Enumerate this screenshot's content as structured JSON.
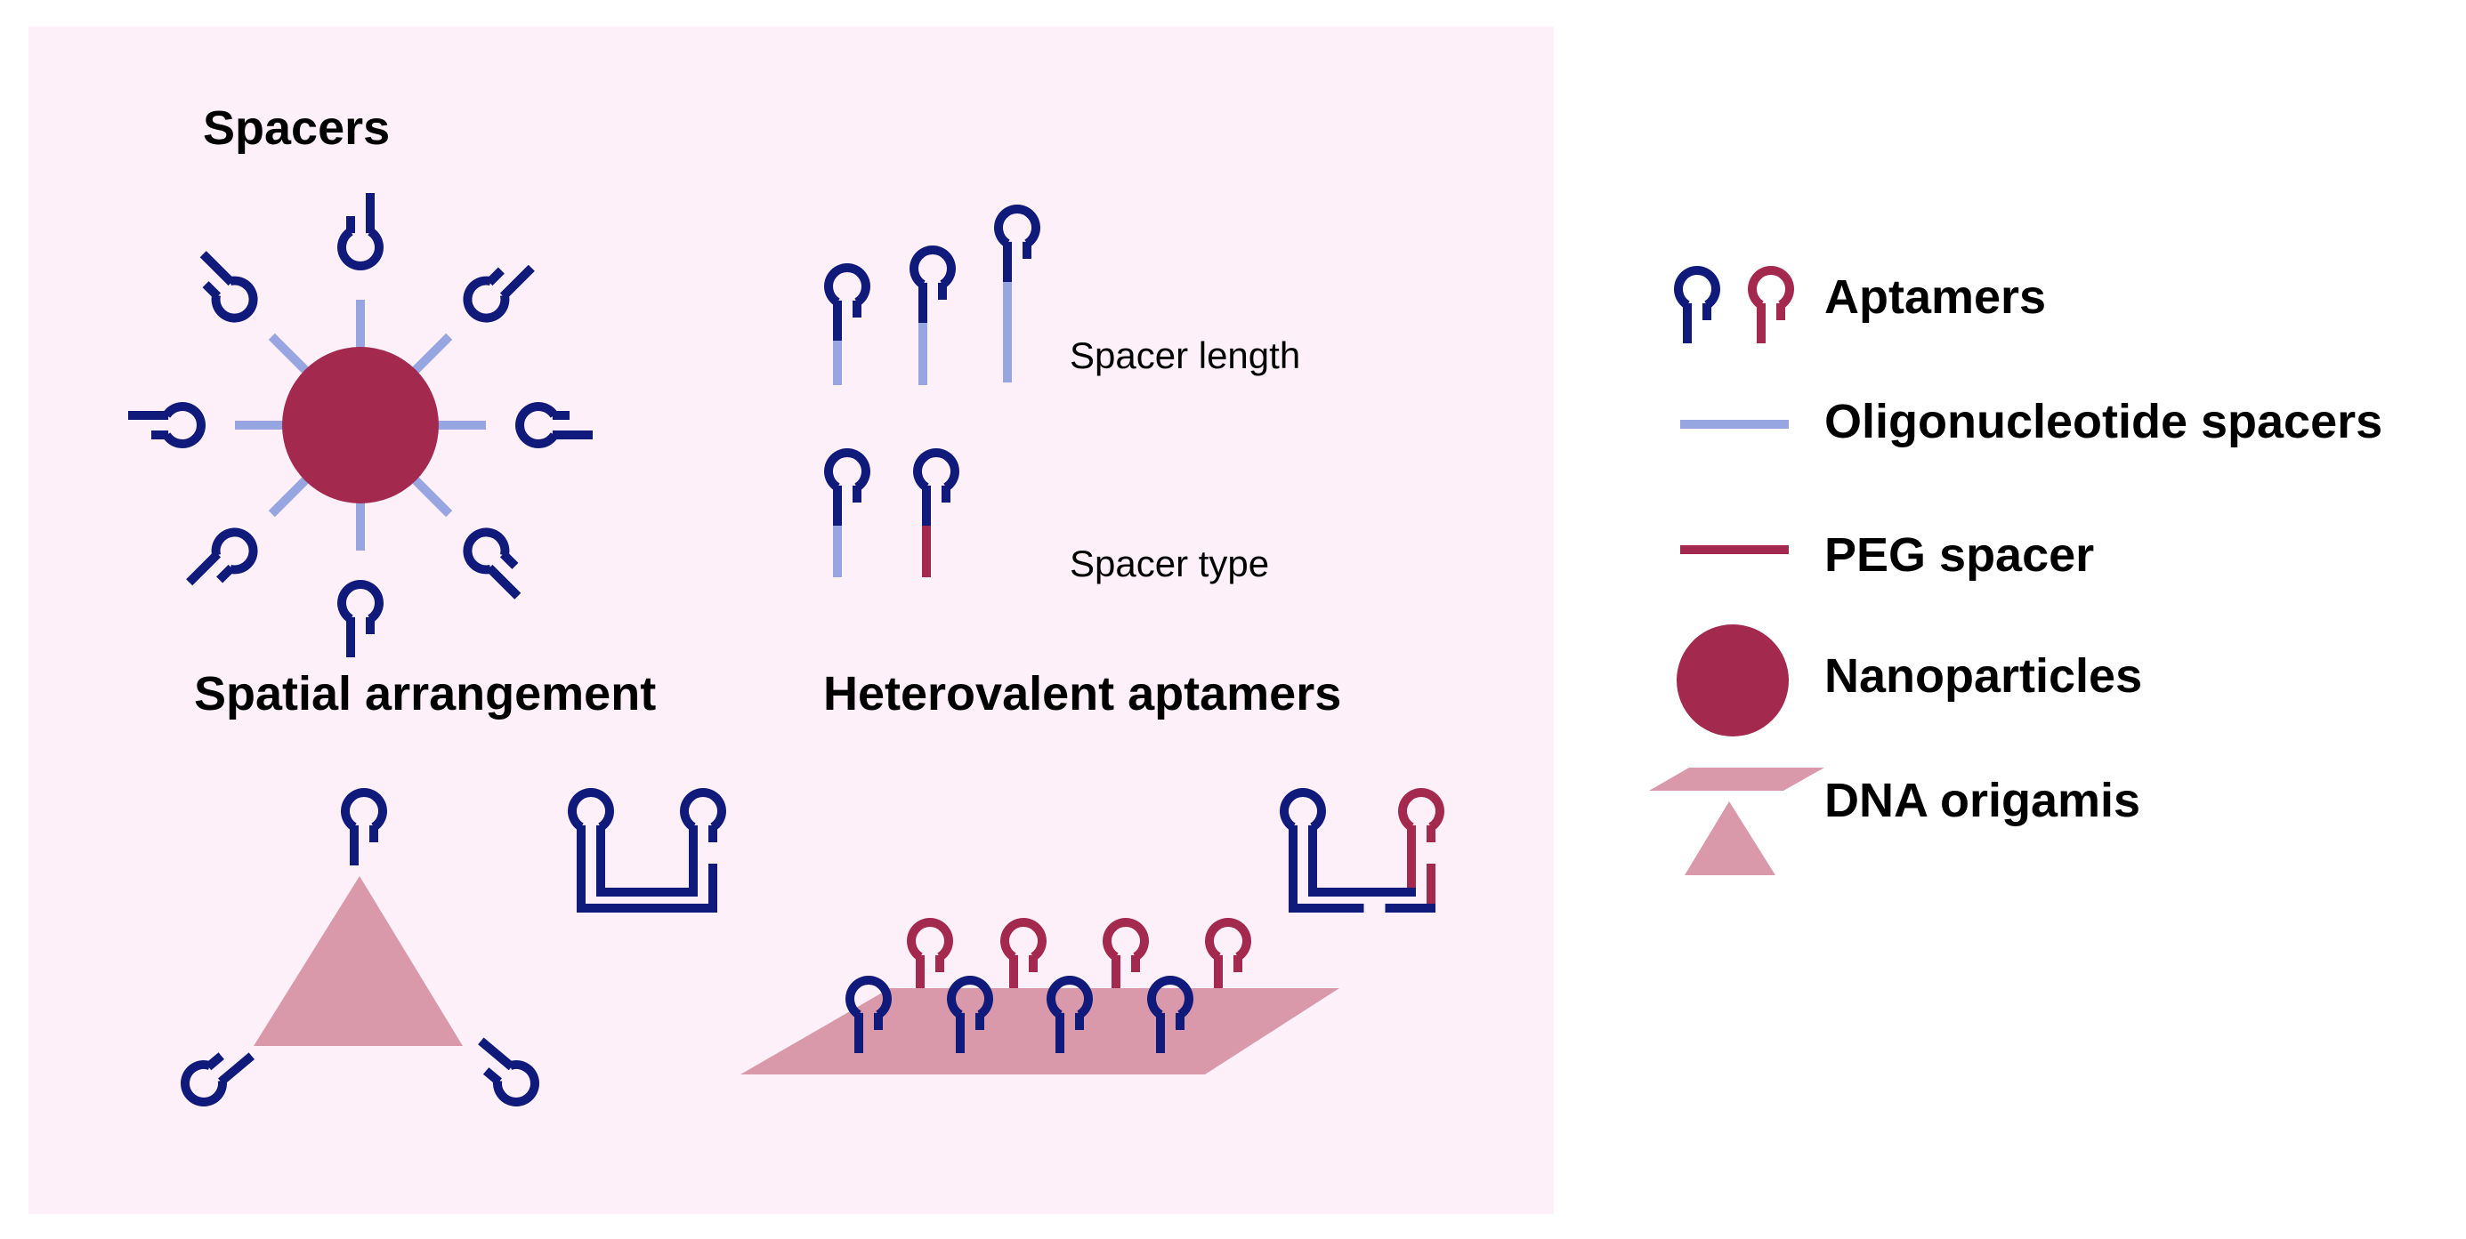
{
  "sections": {
    "spacers": "Spacers",
    "spacer_length": "Spacer length",
    "spacer_type": "Spacer type",
    "spatial": "Spatial arrangement",
    "heterovalent": "Heterovalent aptamers"
  },
  "legend": {
    "aptamers": "Aptamers",
    "oligo": "Oligonucleotide spacers",
    "peg": "PEG spacer",
    "nanoparticles": "Nanoparticles",
    "origami": "DNA origamis"
  },
  "colors": {
    "panel_bg": "#fdf0f8",
    "aptamer_blue": "#101a7a",
    "aptamer_red": "#a3294f",
    "oligo_spacer": "#97a6e0",
    "peg_spacer": "#a3294f",
    "nanoparticle": "#a3294f",
    "origami": "#d999ab"
  }
}
